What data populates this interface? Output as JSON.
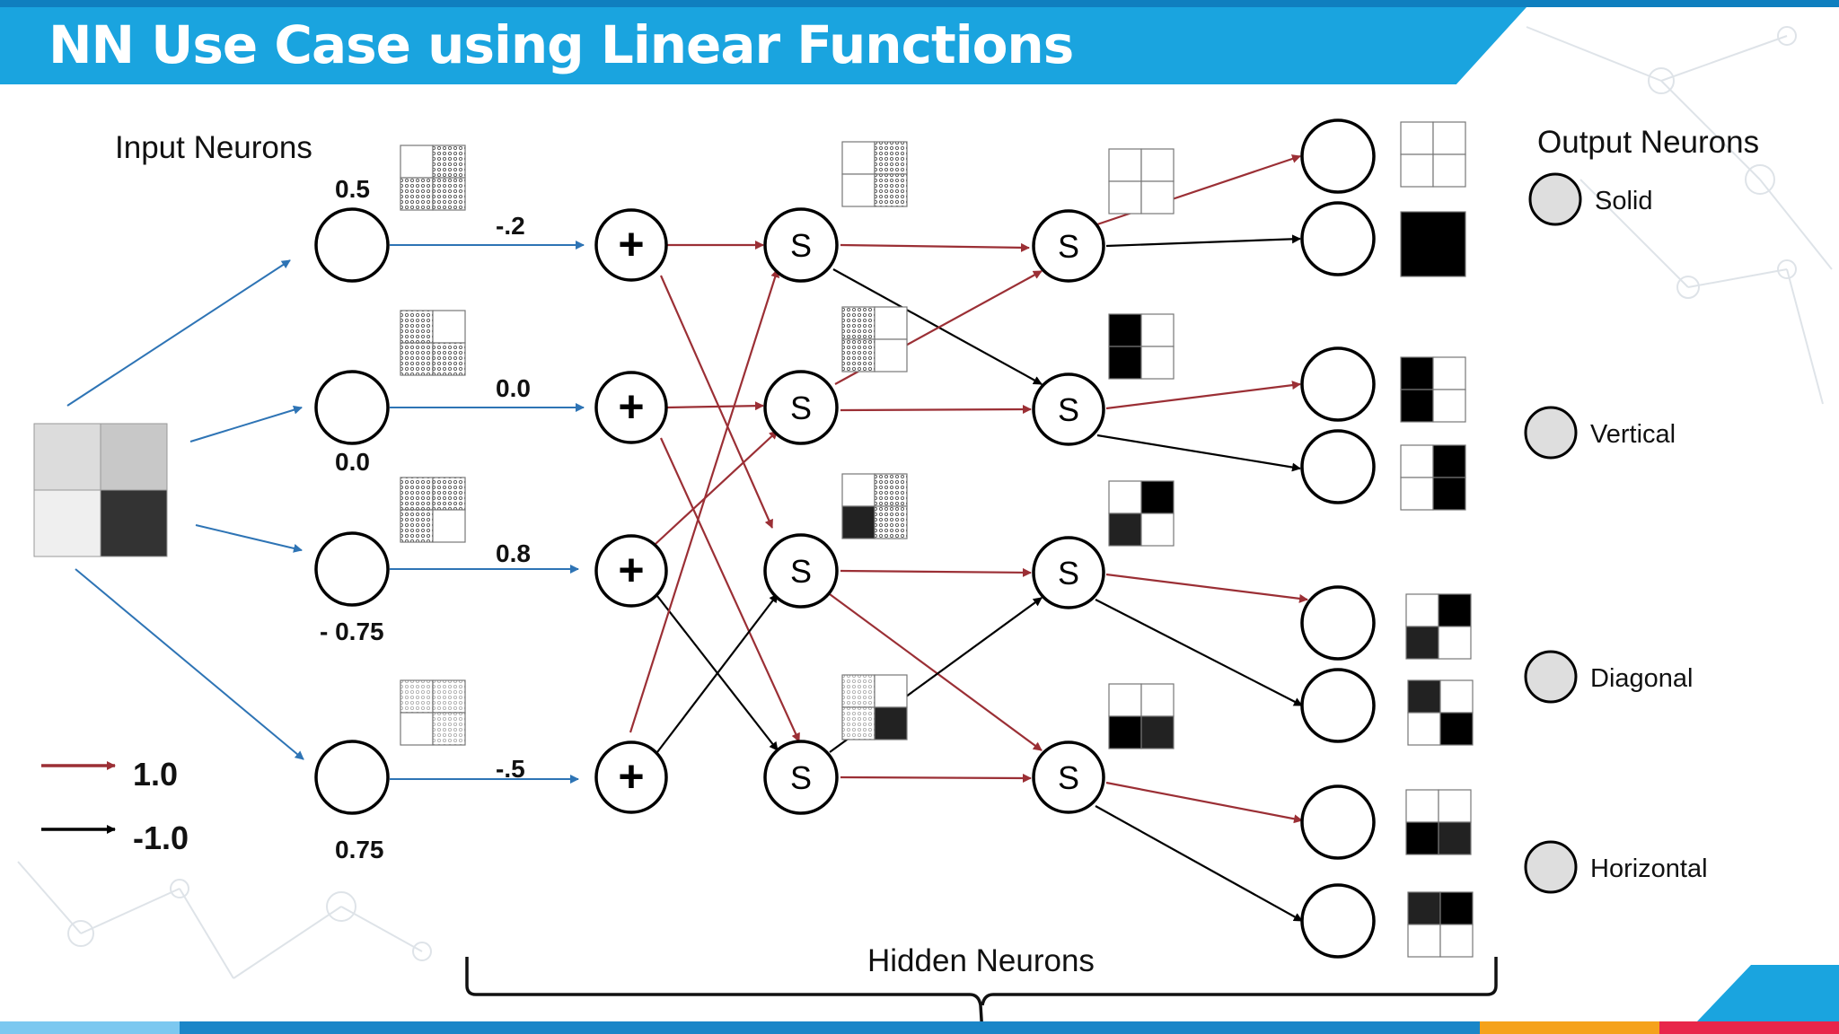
{
  "slide": {
    "title": "NN Use Case using Linear Functions"
  },
  "labels": {
    "input_neurons": "Input Neurons",
    "output_neurons": "Output Neurons",
    "hidden_neurons": "Hidden Neurons"
  },
  "input_values": [
    "0.5",
    "0.0",
    "- 0.75",
    "0.75"
  ],
  "edge_weights": [
    "-.2",
    "0.0",
    "0.8",
    "-.5"
  ],
  "adder_symbol": "+",
  "sigmoid_symbol": "S",
  "legend": {
    "positive": {
      "value": "1.0",
      "color": "#9b2f35"
    },
    "negative": {
      "value": "-1.0",
      "color": "#000000"
    }
  },
  "output_classes": [
    "Solid",
    "Vertical",
    "Diagonal",
    "Horizontal"
  ],
  "colors": {
    "title_bar": "#1aa4df",
    "input_edge": "#2e74b5",
    "positive_edge": "#9b2f35",
    "negative_edge": "#000000"
  }
}
